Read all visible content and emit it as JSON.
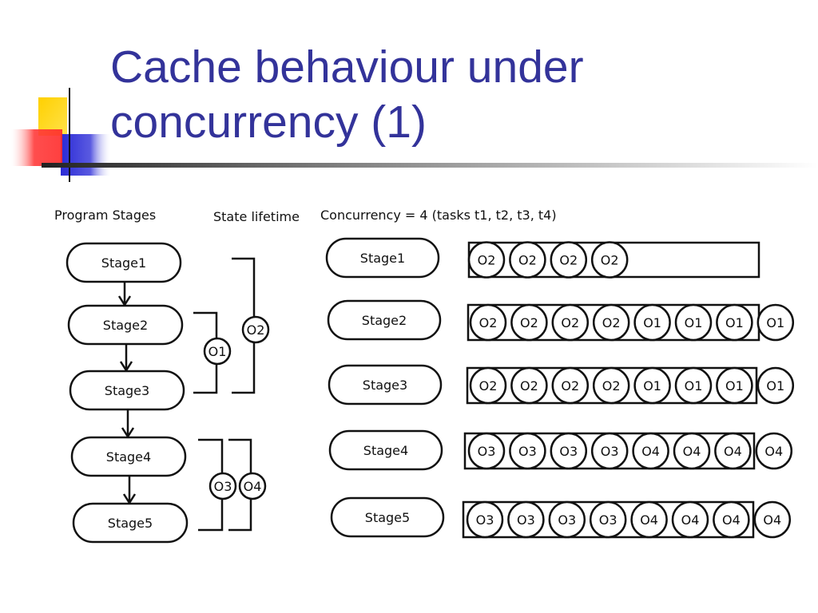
{
  "slide": {
    "title_line1": "Cache behaviour under",
    "title_line2": "concurrency (1)"
  },
  "colors": {
    "title": "#33339a",
    "logo_yellow": "#ffd200",
    "logo_blue": "#2b2bd6",
    "logo_red": "#ff2a2a"
  },
  "diagram": {
    "headers": {
      "program_stages": "Program Stages",
      "state_lifetime": "State lifetime",
      "concurrency": "Concurrency = 4 (tasks t1, t2, t3, t4)"
    },
    "left_stages": [
      "Stage1",
      "Stage2",
      "Stage3",
      "Stage4",
      "Stage5"
    ],
    "lifetime_labels": {
      "o1": "O1",
      "o2": "O2",
      "o3": "O3",
      "o4": "O4"
    },
    "concurrency_rows": [
      {
        "stage": "Stage1",
        "inside": [
          "O2",
          "O2",
          "O2",
          "O2"
        ],
        "outside": []
      },
      {
        "stage": "Stage2",
        "inside": [
          "O2",
          "O2",
          "O2",
          "O2",
          "O1",
          "O1",
          "O1"
        ],
        "outside": [
          "O1"
        ]
      },
      {
        "stage": "Stage3",
        "inside": [
          "O2",
          "O2",
          "O2",
          "O2",
          "O1",
          "O1",
          "O1"
        ],
        "outside": [
          "O1"
        ]
      },
      {
        "stage": "Stage4",
        "inside": [
          "O3",
          "O3",
          "O3",
          "O3",
          "O4",
          "O4",
          "O4"
        ],
        "outside": [
          "O4"
        ]
      },
      {
        "stage": "Stage5",
        "inside": [
          "O3",
          "O3",
          "O3",
          "O3",
          "O4",
          "O4",
          "O4"
        ],
        "outside": [
          "O4"
        ]
      }
    ]
  }
}
